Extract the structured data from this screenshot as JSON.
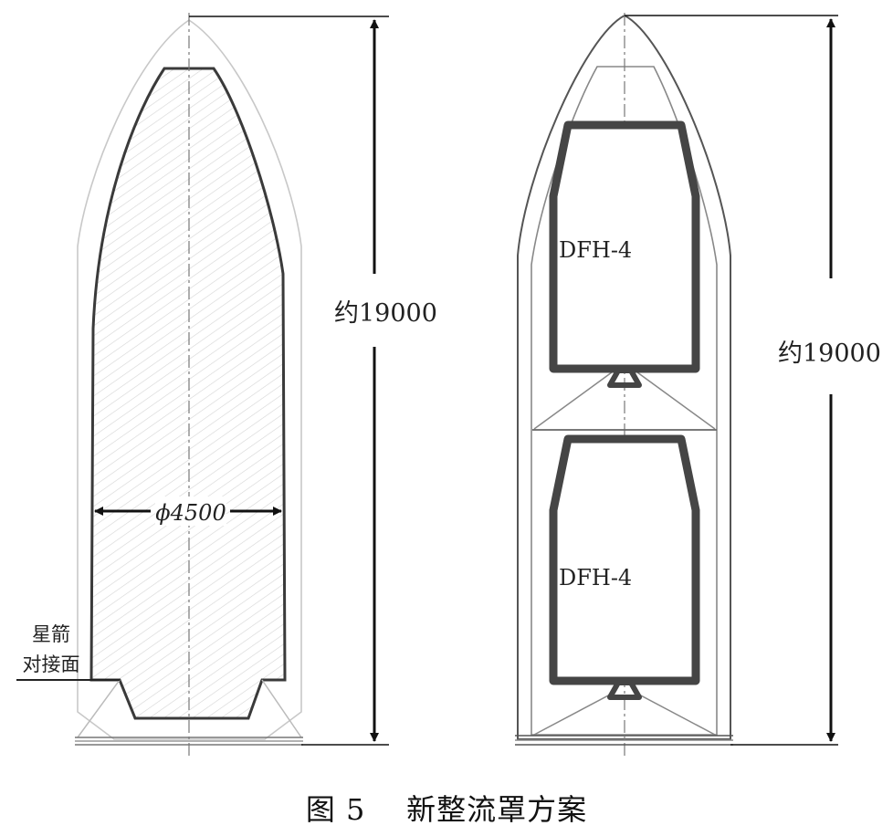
{
  "caption": {
    "figure_no": "图 5",
    "title": "新整流罩方案"
  },
  "left_fairing": {
    "diameter_label": "ϕ4500",
    "height_label": "约19000",
    "interface_label_line1": "星箭",
    "interface_label_line2": "对接面"
  },
  "right_fairing": {
    "height_label": "约19000",
    "satellite_upper": "DFH-4",
    "satellite_lower": "DFH-4"
  },
  "colors": {
    "outline_dark": "#3a3a3a",
    "outline_light": "#bbbbbb",
    "hatch": "#d0d0d0",
    "satellite": "#454545"
  }
}
